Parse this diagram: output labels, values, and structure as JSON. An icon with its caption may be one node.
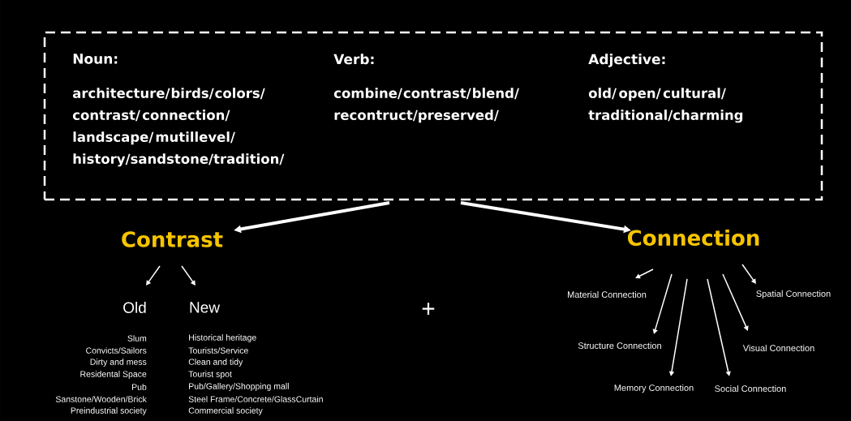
{
  "diagram": {
    "nodes": [
      {
        "text": [
          "Noun:",
          "Verb:",
          "Adjective:",
          "architecture/birds/colors/contrast/connection/landscape/mutillevel/history/sandstone/tradition/",
          "combine/contrast/blend/recontruct/preserved/",
          "old/open/cultural/traditional/charming"
        ]
      },
      {
        "text": [
          "Contrast"
        ]
      },
      {
        "text": [
          "Connection"
        ]
      },
      {
        "text": [
          "Old"
        ]
      },
      {
        "text": [
          "New"
        ]
      },
      {
        "text": [
          "Material Connection"
        ]
      },
      {
        "text": [
          "Spatial Connection"
        ]
      },
      {
        "text": [
          "Structure Connection"
        ]
      },
      {
        "text": [
          "Visual Connection"
        ]
      },
      {
        "text": [
          "Memory Connection"
        ]
      },
      {
        "text": [
          "Social Connection"
        ]
      }
    ],
    "edges": [
      {
        "from": 0,
        "to": 1,
        "arrow": "to",
        "style": "thick"
      },
      {
        "from": 0,
        "to": 2,
        "arrow": "to",
        "style": "thick"
      },
      {
        "from": 1,
        "to": 3,
        "arrow": "to"
      },
      {
        "from": 1,
        "to": 4,
        "arrow": "to"
      },
      {
        "from": 2,
        "to": 5,
        "arrow": "to"
      },
      {
        "from": 2,
        "to": 7,
        "arrow": "to"
      },
      {
        "from": 2,
        "to": 9,
        "arrow": "to"
      },
      {
        "from": 2,
        "to": 10,
        "arrow": "to"
      },
      {
        "from": 2,
        "to": 8,
        "arrow": "to"
      },
      {
        "from": 2,
        "to": 6,
        "arrow": "to"
      }
    ],
    "labels": [
      "+",
      "Slum",
      "Historical heritage",
      "Convicts/Sailors",
      "Tourists/Service",
      "Dirty and mess",
      "Clean and tidy",
      "Residental Space",
      "Tourist spot",
      "Pub",
      "Pub/Gallery/Shopping mall",
      "Sanstone/Wooden/Brick",
      "Steel Frame/Concrete/GlassCurtain",
      "Preindustrial society",
      "Commercial society"
    ]
  }
}
